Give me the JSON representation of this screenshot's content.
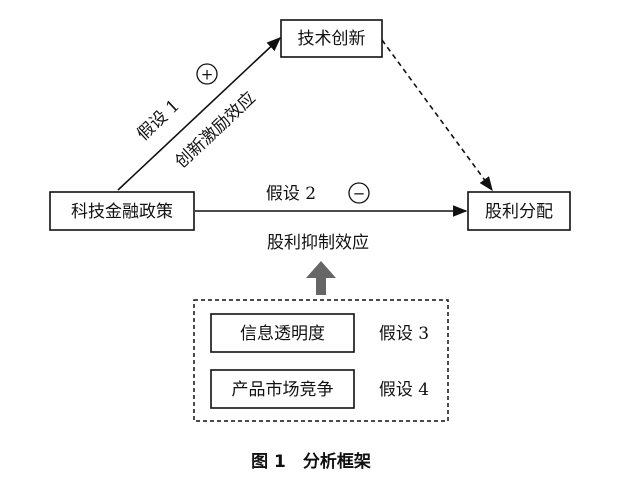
{
  "nodes": {
    "policy": "科技金融政策",
    "innovation": "技术创新",
    "dividend": "股利分配",
    "transparency": "信息透明度",
    "competition": "产品市场竞争"
  },
  "edges": {
    "h1_label": "假设 1",
    "h1_effect": "创新激励效应",
    "h1_sign": "+",
    "h2_label": "假设 2",
    "h2_effect": "股利抑制效应",
    "h2_sign": "−"
  },
  "moderators": {
    "h3_label": "假设 3",
    "h4_label": "假设 4"
  },
  "caption": "图 1　分析框架"
}
